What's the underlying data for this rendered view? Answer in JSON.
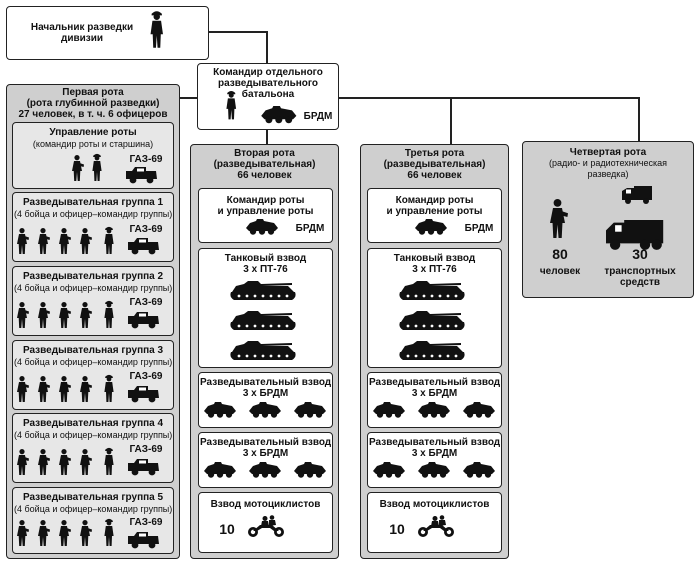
{
  "head": {
    "title": [
      "Начальник разведки",
      "дивизии"
    ]
  },
  "battalion": {
    "title": [
      "Командир отдельного",
      "разведывательного",
      "батальона"
    ],
    "vehicle": "БРДМ"
  },
  "company1": {
    "title": "Первая рота",
    "subtitle": "(рота глубинной разведки)",
    "info": "27 человек, в т. ч. 6 офицеров",
    "mgmt": {
      "title": "Управление роты",
      "subtitle": "(командир роты и старшина)",
      "vehicle": "ГАЗ-69"
    },
    "groups": [
      {
        "title": "Разведывательная группа 1",
        "subtitle": "(4 бойца и офицер–командир группы)",
        "vehicle": "ГАЗ-69"
      },
      {
        "title": "Разведывательная группа 2",
        "subtitle": "(4 бойца и офицер–командир группы)",
        "vehicle": "ГАЗ-69"
      },
      {
        "title": "Разведывательная группа 3",
        "subtitle": "(4 бойца и офицер–командир группы)",
        "vehicle": "ГАЗ-69"
      },
      {
        "title": "Разведывательная группа 4",
        "subtitle": "(4 бойца и офицер–командир группы)",
        "vehicle": "ГАЗ-69"
      },
      {
        "title": "Разведывательная группа 5",
        "subtitle": "(4 бойца и офицер–командир группы)",
        "vehicle": "ГАЗ-69"
      }
    ]
  },
  "company2": {
    "title": "Вторая рота",
    "subtitle": "(разведывательная)",
    "info": "66 человек",
    "cmd": {
      "title": [
        "Командир роты",
        "и управление роты"
      ],
      "vehicle": "БРДМ"
    },
    "tank": {
      "title": "Танковый взвод",
      "sub": "3 х ПТ-76"
    },
    "recon": [
      {
        "title": "Разведывательный взвод",
        "sub": "3 х БРДМ"
      },
      {
        "title": "Разведывательный взвод",
        "sub": "3 х БРДМ"
      }
    ],
    "moto": {
      "title": "Взвод мотоциклистов",
      "count": "10"
    }
  },
  "company3": {
    "title": "Третья рота",
    "subtitle": "(разведывательная)",
    "info": "66 человек",
    "cmd": {
      "title": [
        "Командир роты",
        "и управление роты"
      ],
      "vehicle": "БРДМ"
    },
    "tank": {
      "title": "Танковый взвод",
      "sub": "3 х ПТ-76"
    },
    "recon": [
      {
        "title": "Разведывательный взвод",
        "sub": "3 х БРДМ"
      },
      {
        "title": "Разведывательный взвод",
        "sub": "3 х БРДМ"
      }
    ],
    "moto": {
      "title": "Взвод мотоциклистов",
      "count": "10"
    }
  },
  "company4": {
    "title": "Четвертая рота",
    "subtitle": [
      "(радио- и радиотехническая",
      "разведка)"
    ],
    "people": "80",
    "people_label": "человек",
    "vehicles": "30",
    "vehicles_label": [
      "транспортных",
      "средств"
    ]
  }
}
